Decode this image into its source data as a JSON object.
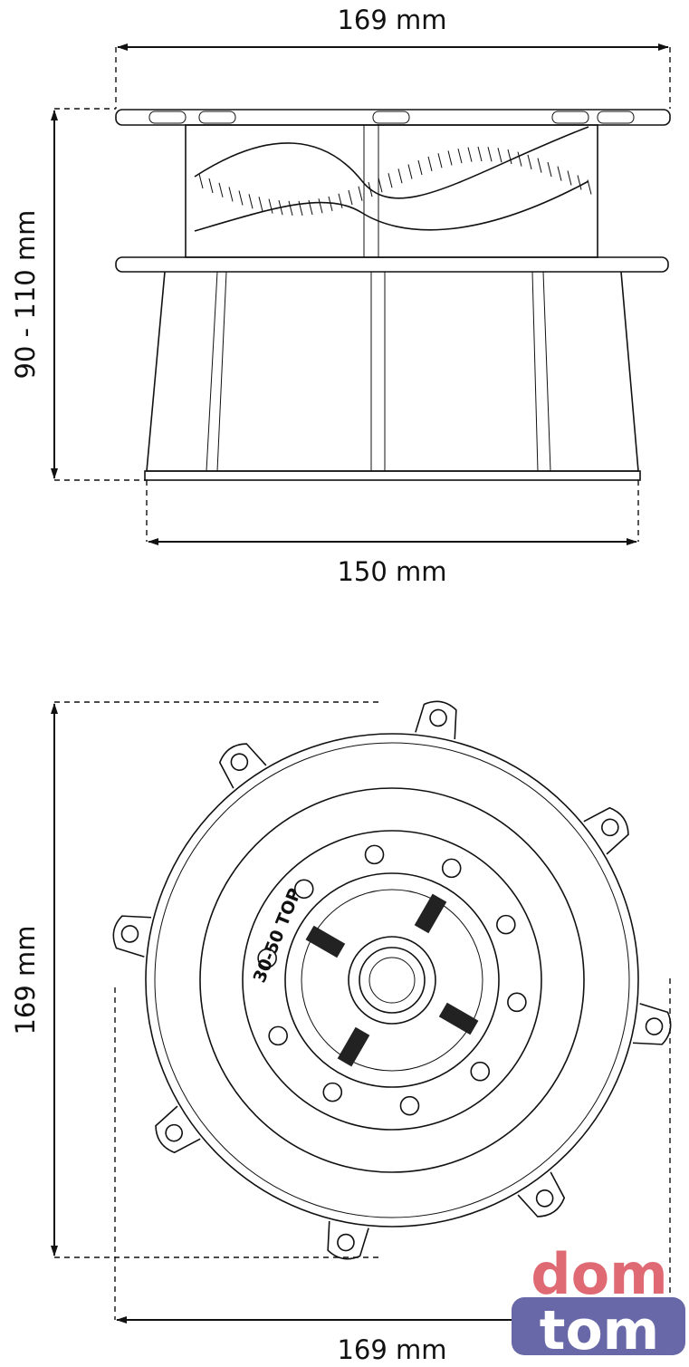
{
  "side_view": {
    "top_width_label": "169 mm",
    "height_label": "90 - 110 mm",
    "base_width_label": "150 mm"
  },
  "top_view": {
    "height_label": "169 mm",
    "width_label": "169 mm",
    "embossed_text": "30-50 TOP"
  },
  "logo": {
    "line1": "dom",
    "line2": "tom",
    "colors": {
      "dom": "#e06a74",
      "tom": "#6868a8"
    }
  }
}
